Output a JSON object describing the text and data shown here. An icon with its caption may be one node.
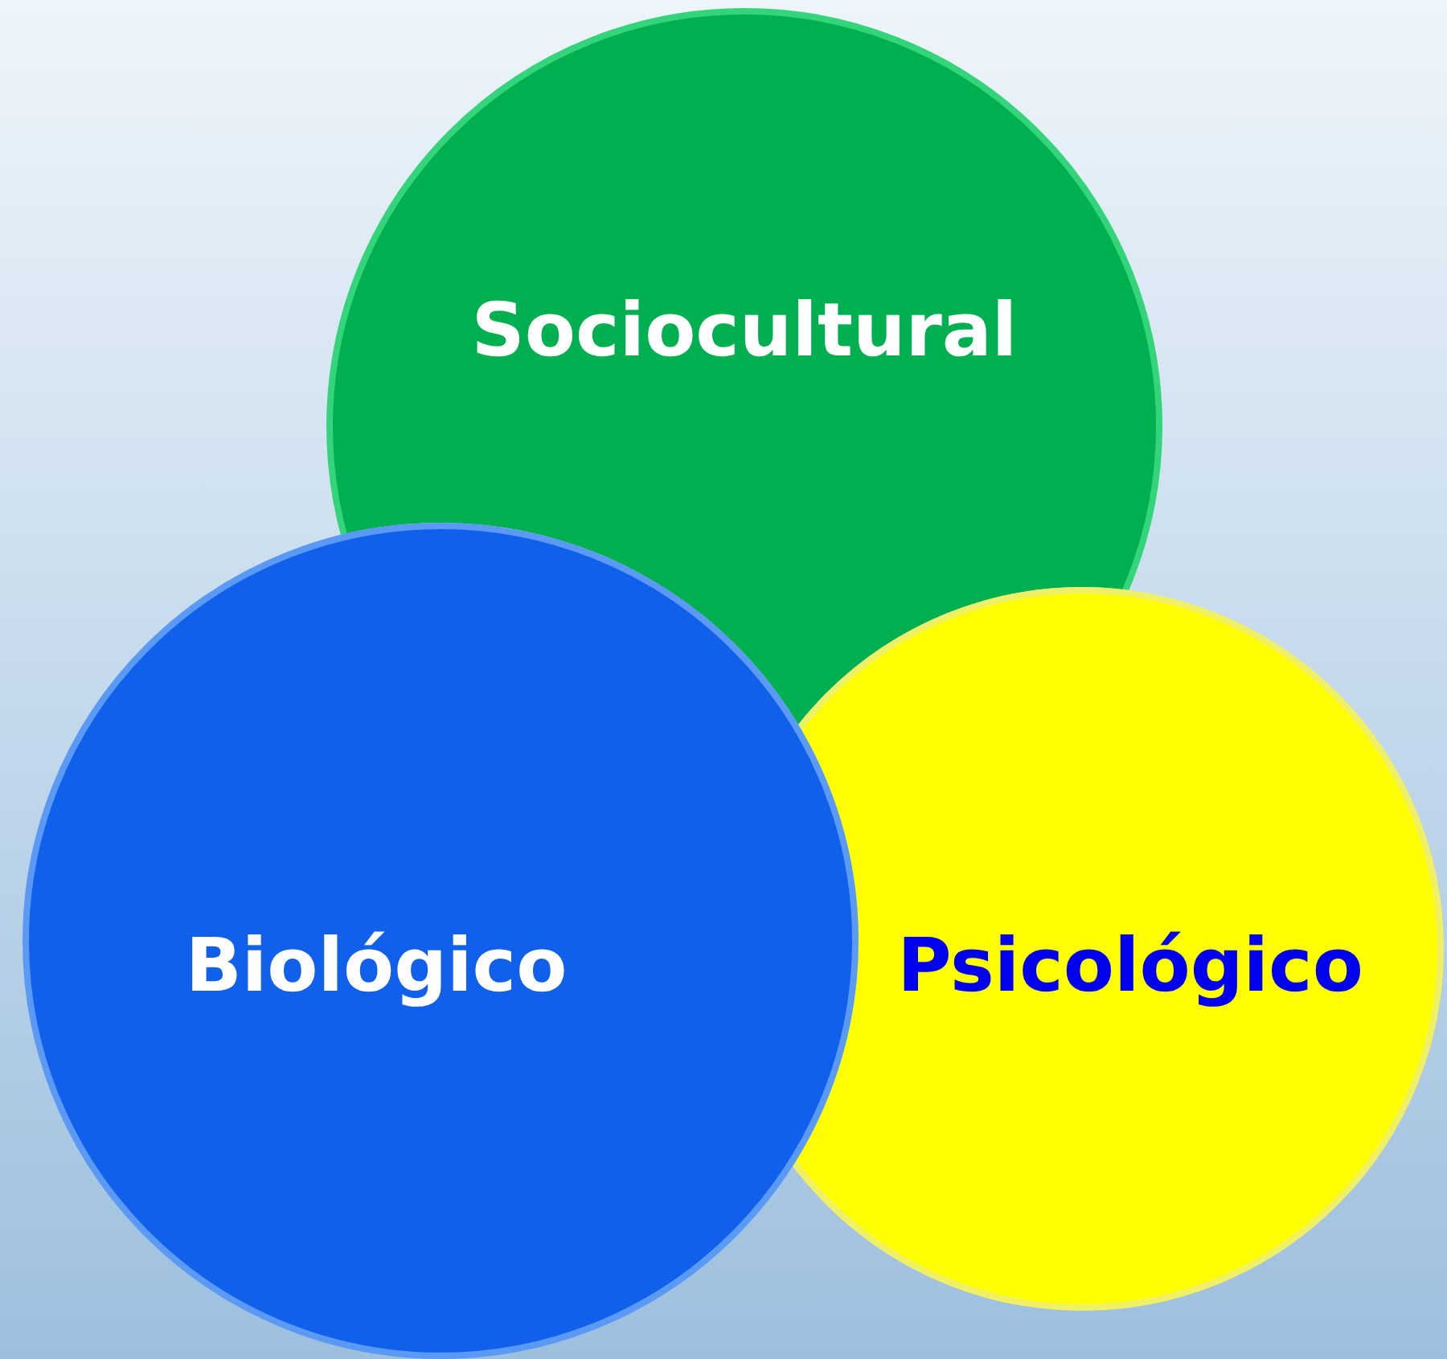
{
  "diagram": {
    "nodes": [
      {
        "text": [
          "Sociocultural"
        ]
      },
      {
        "text": [
          "Biológico"
        ]
      },
      {
        "text": [
          "Psicológico"
        ]
      }
    ]
  }
}
